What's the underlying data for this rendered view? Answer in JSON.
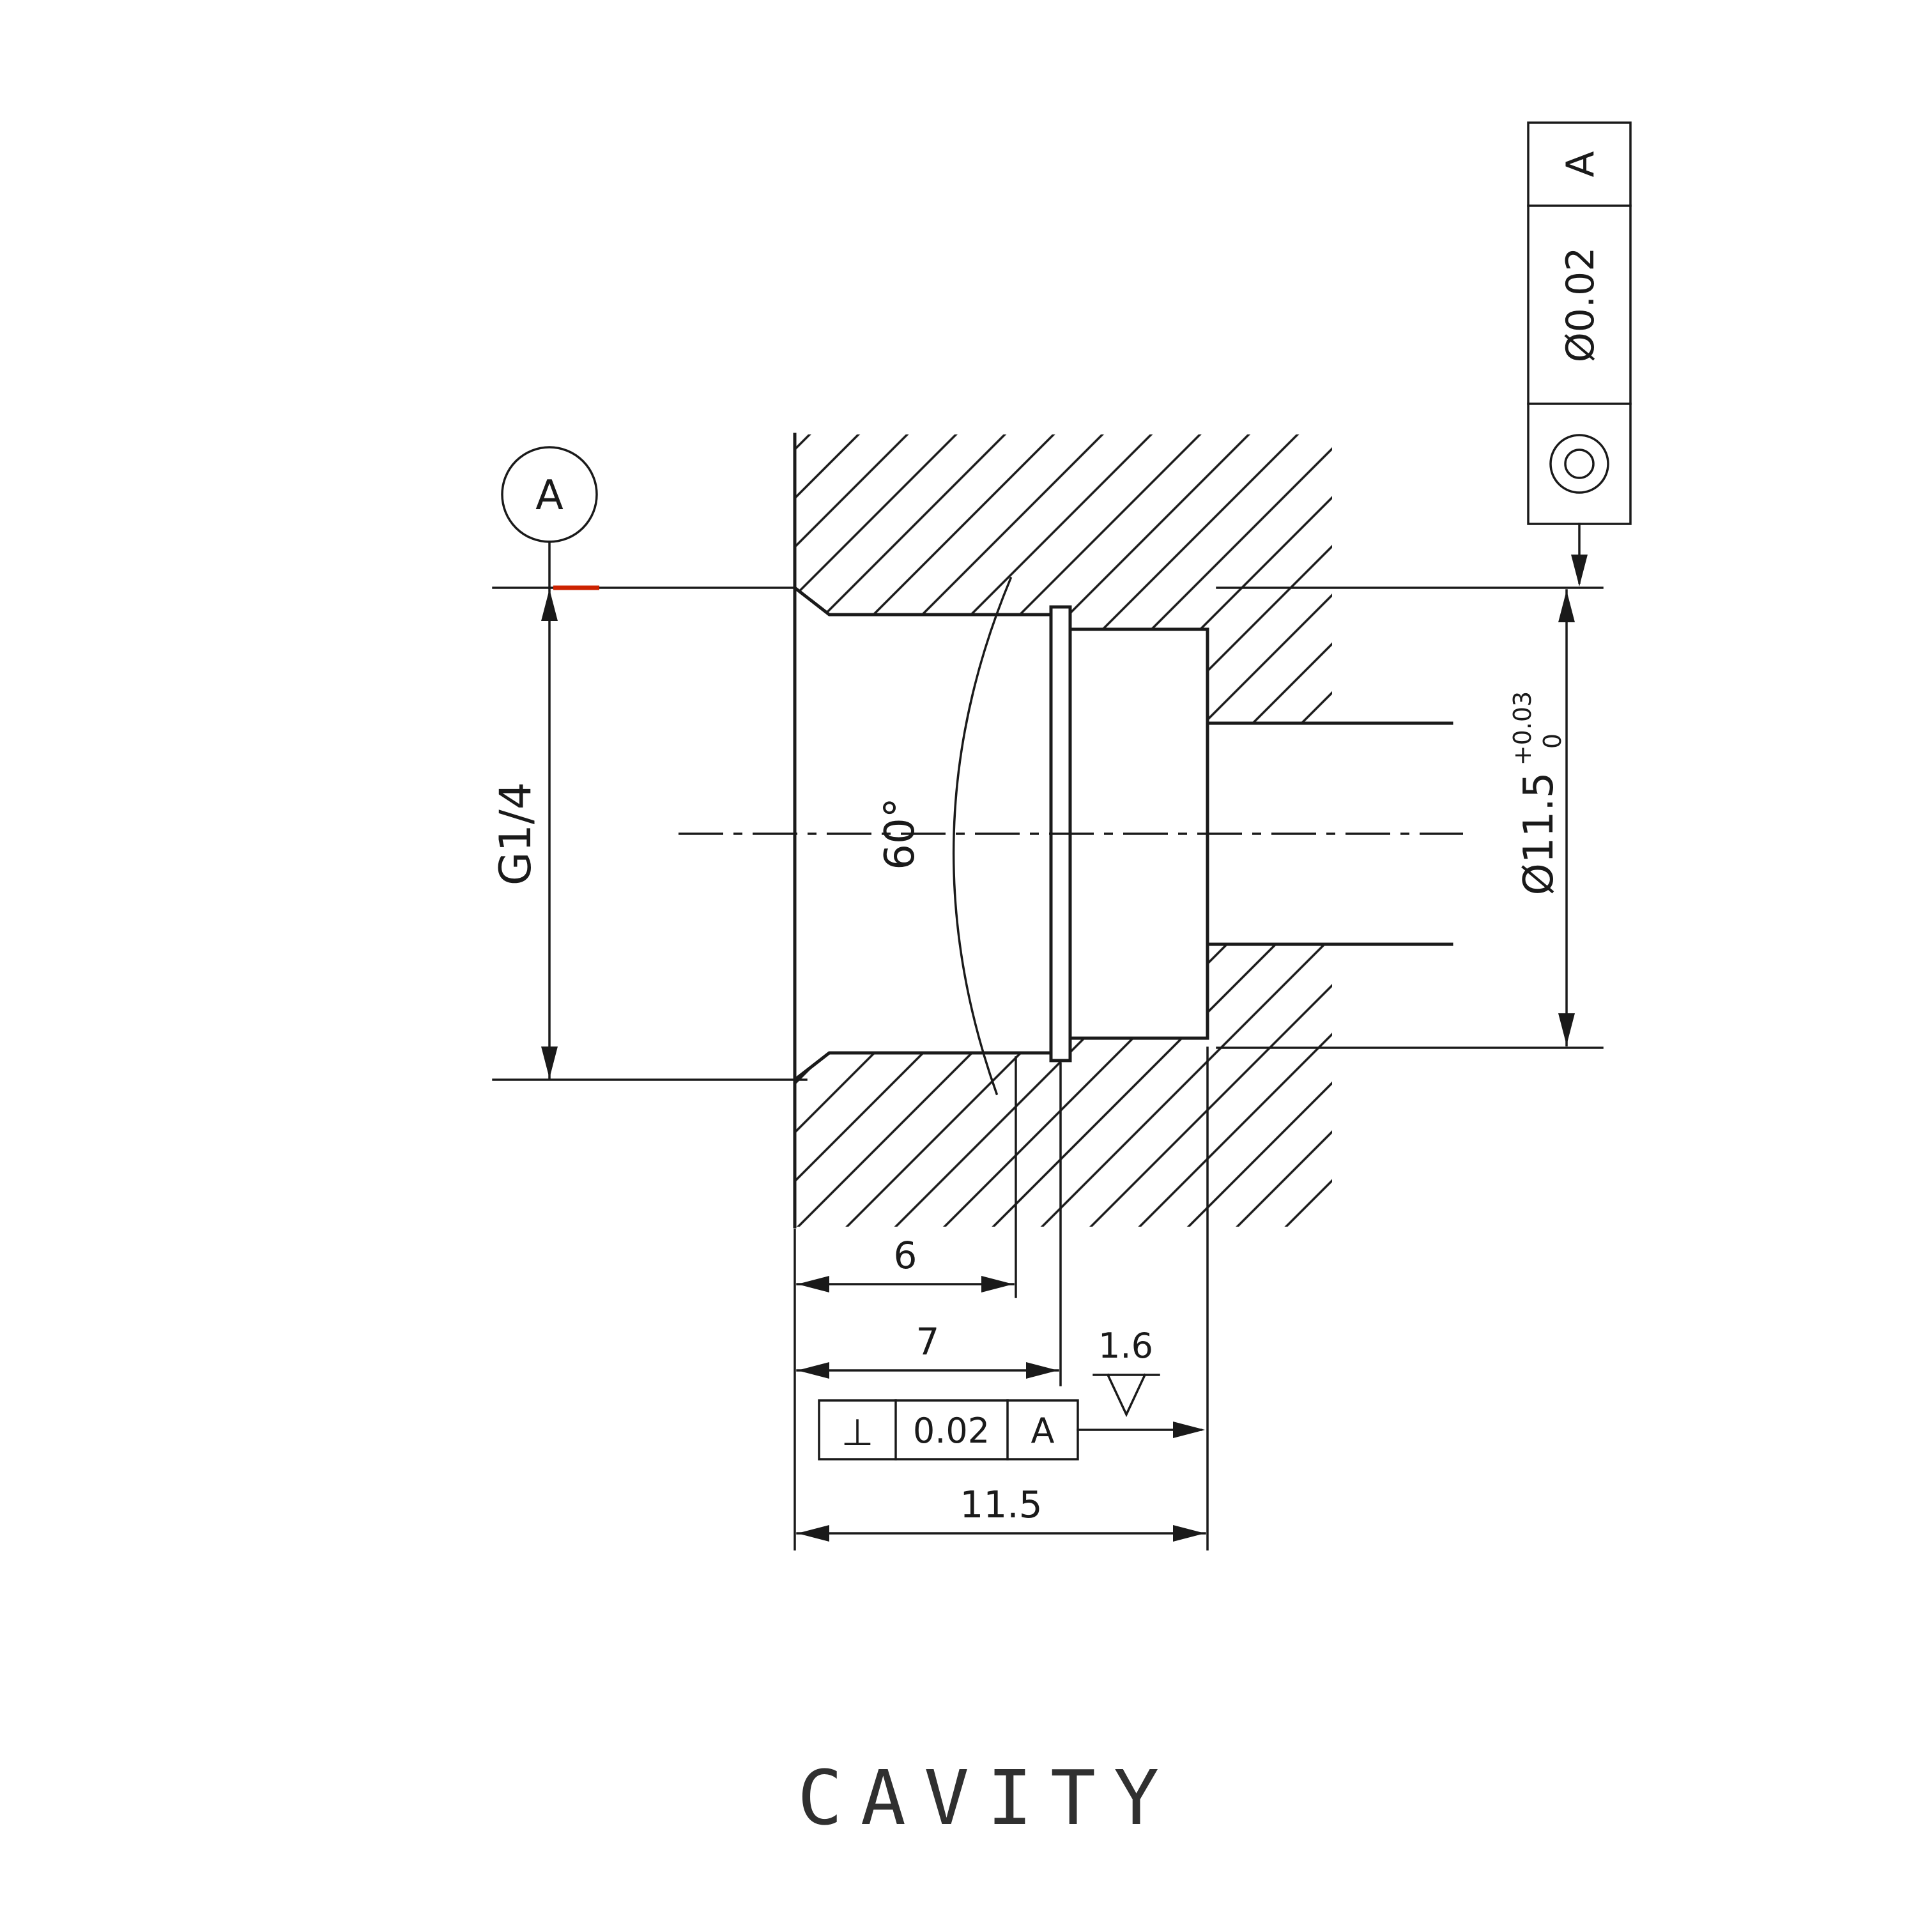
{
  "drawing": {
    "title": "CAVITY",
    "datum_label": "A",
    "dims": {
      "thread_spec": "G1/4",
      "cone_angle": "60°",
      "thread_depth": "6",
      "undercut_depth": "7",
      "total_depth": "11.5",
      "bore_diameter": "Ø11.5",
      "bore_tol_upper": "+0.03",
      "bore_tol_lower": "0",
      "roughness_value": "1.6"
    },
    "fcf_perpendicularity": {
      "symbol": "⊥",
      "tolerance": "0.02",
      "datum": "A"
    },
    "fcf_concentricity": {
      "symbol_icon": "concentricity-icon",
      "tolerance": "Ø0.02",
      "datum": "A"
    },
    "colors": {
      "line": "#1a1a1a",
      "accent_red": "#cc2200",
      "background": "#ffffff"
    }
  }
}
